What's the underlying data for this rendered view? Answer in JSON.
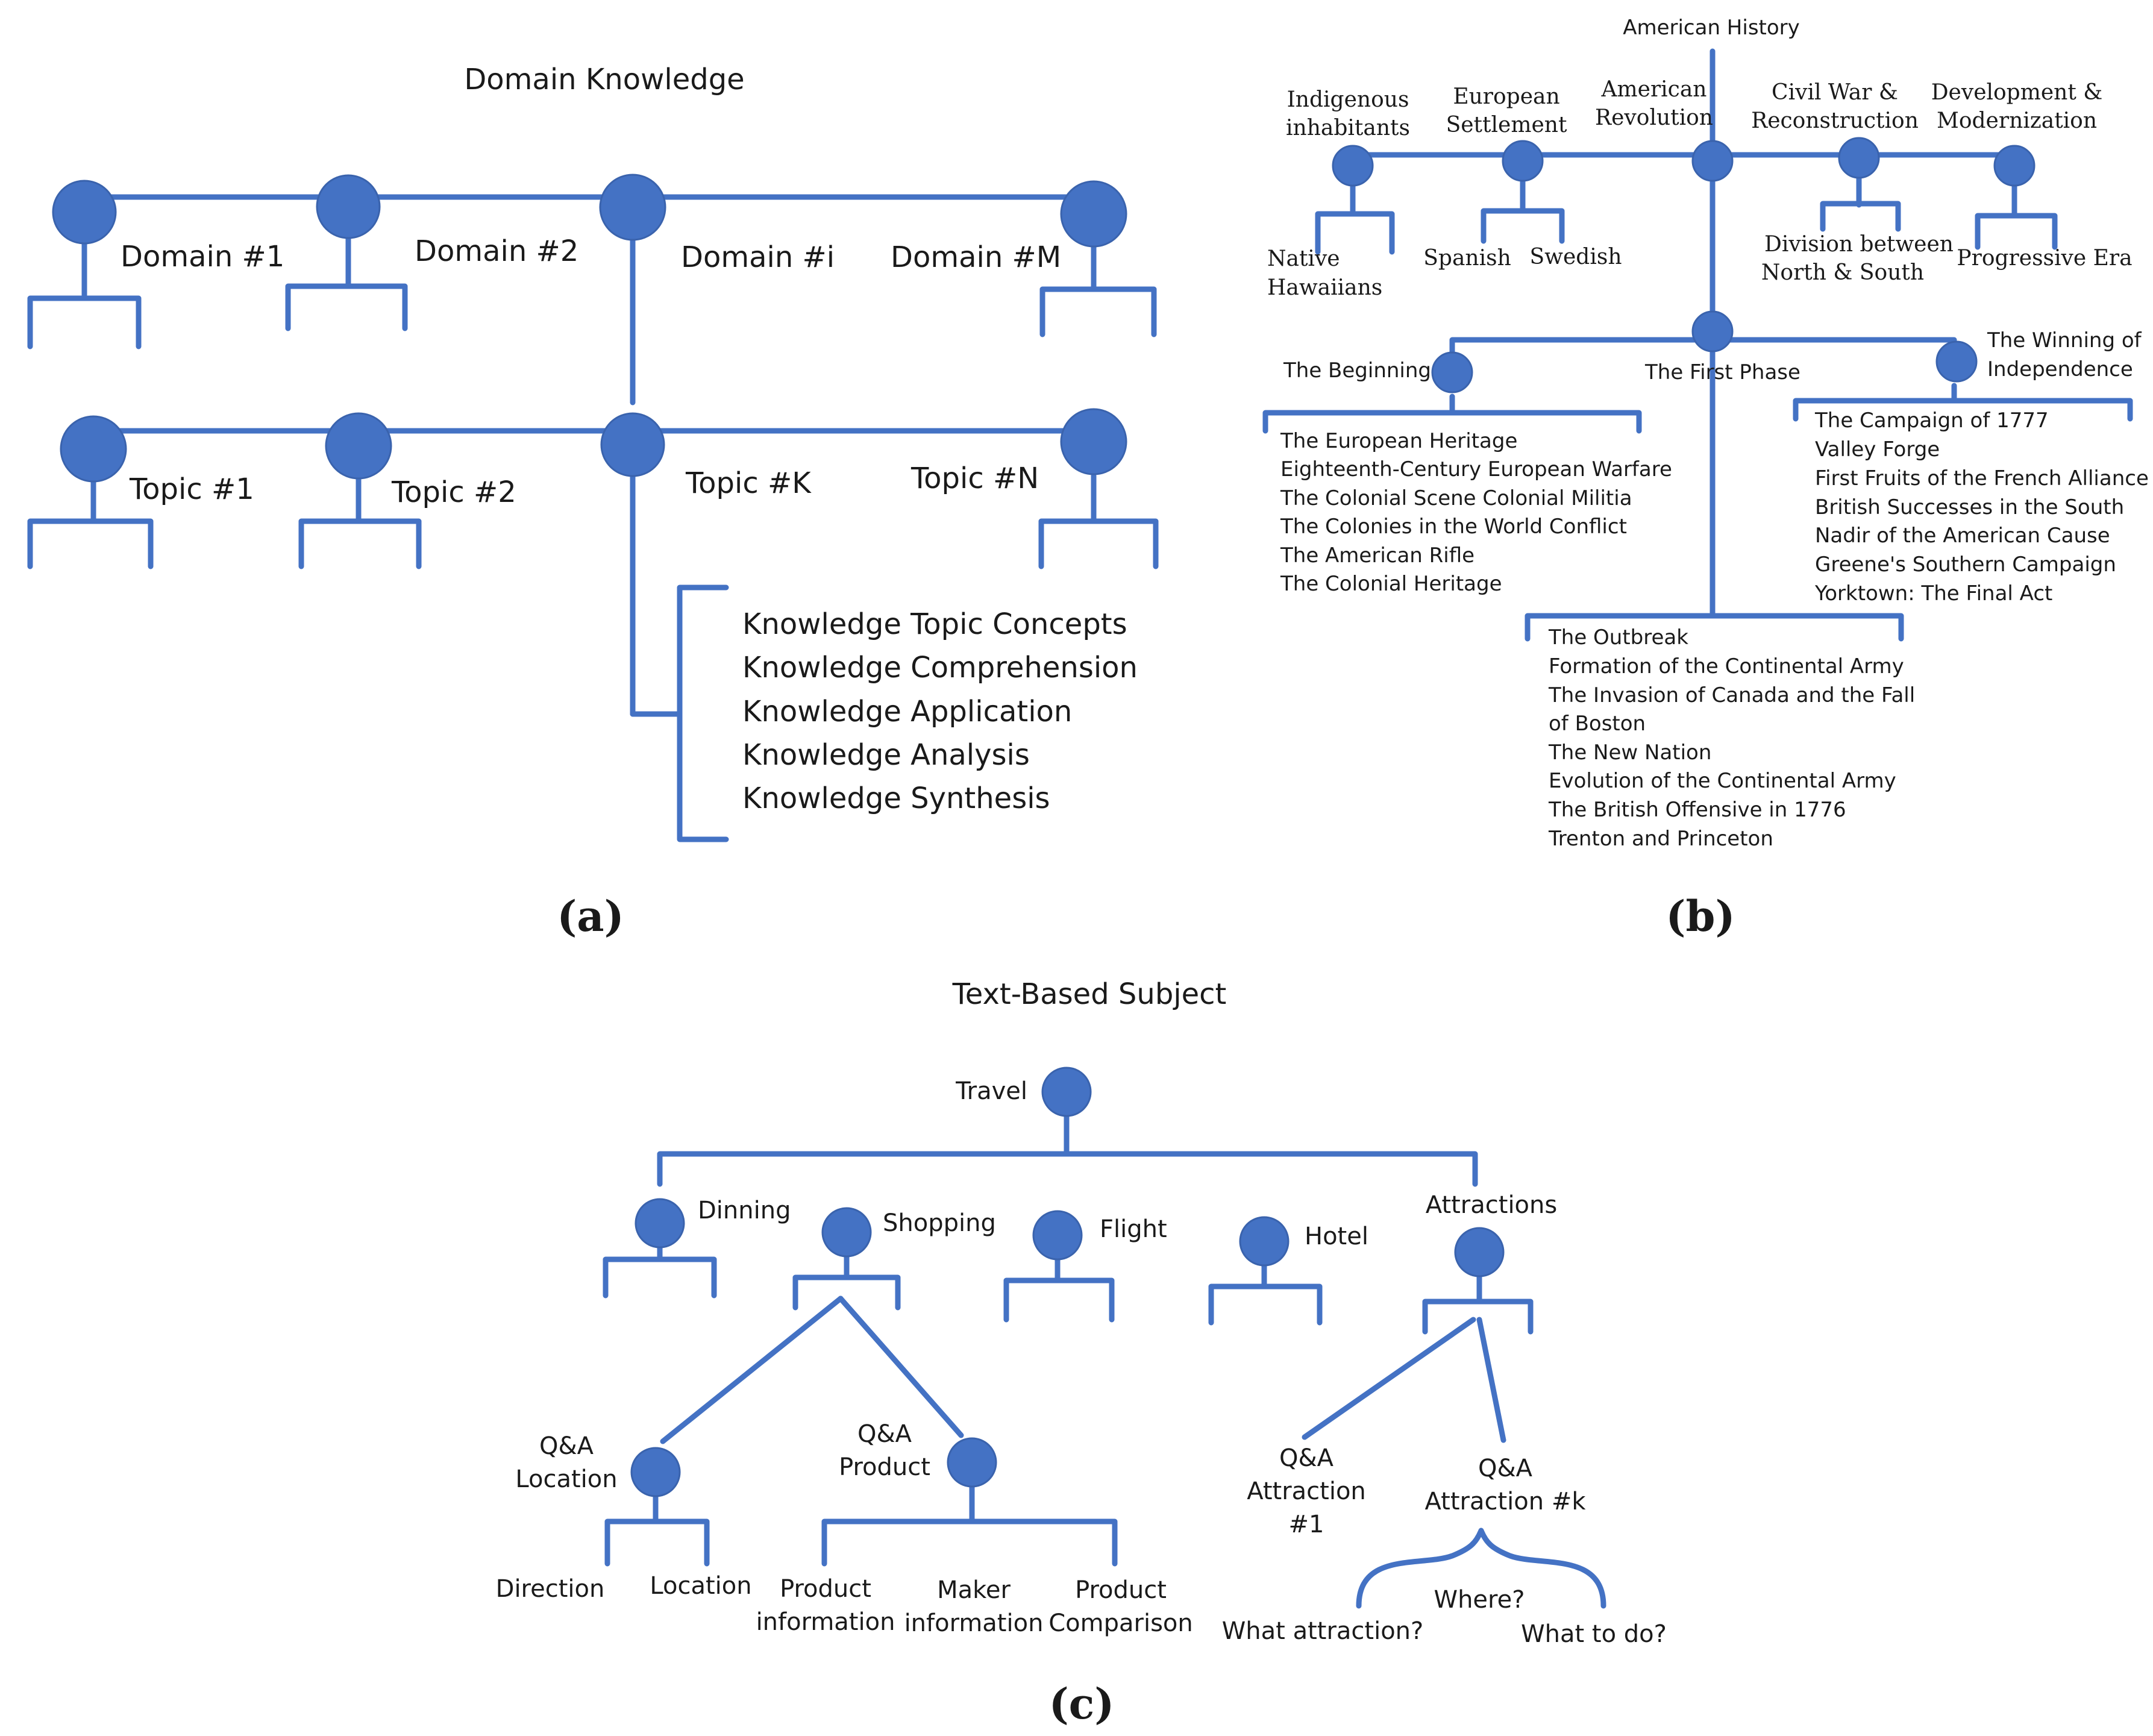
{
  "panel_a": {
    "title": "Domain Knowledge",
    "domains": [
      "Domain #1",
      "Domain #2",
      "Domain #i",
      "Domain #M"
    ],
    "topics": [
      "Topic #1",
      "Topic #2",
      "Topic #K",
      "Topic #N"
    ],
    "levels": [
      "Knowledge Topic Concepts",
      "Knowledge Comprehension",
      "Knowledge Application",
      "Knowledge Analysis",
      "Knowledge Synthesis"
    ],
    "caption": "(a)"
  },
  "panel_b": {
    "title": "American History",
    "eras": [
      {
        "label": [
          "Indigenous",
          "inhabitants"
        ],
        "children": [
          [
            "Native",
            "Hawaiians"
          ]
        ]
      },
      {
        "label": [
          "European",
          "Settlement"
        ],
        "children": [
          [
            "Spanish"
          ],
          [
            "Swedish"
          ]
        ]
      },
      {
        "label": [
          "American",
          "Revolution"
        ],
        "children": []
      },
      {
        "label": [
          "Civil War &",
          "Reconstruction"
        ],
        "children": [
          [
            "Division between",
            "North & South"
          ]
        ]
      },
      {
        "label": [
          "Development &",
          "Modernization"
        ],
        "children": [
          [
            "Progressive Era"
          ]
        ]
      }
    ],
    "phases": [
      {
        "label": [
          "The Beginning"
        ],
        "items": [
          "The European Heritage",
          "Eighteenth-Century European Warfare",
          "The Colonial Scene Colonial Militia",
          "The Colonies in the World Conflict",
          "The American Rifle",
          "The Colonial Heritage"
        ]
      },
      {
        "label": [
          "The First Phase"
        ],
        "items": [
          "The Outbreak",
          "Formation of the Continental Army",
          "The Invasion of Canada and the Fall",
          "of Boston",
          "The New Nation",
          "Evolution of the Continental Army",
          "The British Offensive in 1776",
          "Trenton and Princeton"
        ]
      },
      {
        "label": [
          "The Winning of",
          "Independence"
        ],
        "items": [
          "The Campaign of 1777",
          "Valley Forge",
          "First Fruits of the French Alliance",
          "British Successes in the South",
          "Nadir of the American Cause",
          "Greene's Southern Campaign",
          "Yorktown: The Final Act"
        ]
      }
    ],
    "caption": "(b)"
  },
  "panel_c": {
    "title": "Text-Based Subject",
    "root": "Travel",
    "categories": [
      "Dinning",
      "Shopping",
      "Flight",
      "Hotel",
      "Attractions"
    ],
    "shopping_children": [
      [
        "Q&A",
        "Location"
      ],
      [
        "Q&A",
        "Product"
      ]
    ],
    "location_leaves": [
      "Direction",
      "Location"
    ],
    "product_leaves": [
      [
        "Product",
        "information"
      ],
      [
        "Maker",
        "information"
      ],
      [
        "Product",
        "Comparison"
      ]
    ],
    "attraction_children": [
      [
        "Q&A",
        "Attraction",
        "#1"
      ],
      [
        "Q&A",
        "Attraction #k"
      ]
    ],
    "attraction_questions": [
      "What attraction?",
      "Where?",
      "What to do?"
    ],
    "caption": "(c)"
  }
}
